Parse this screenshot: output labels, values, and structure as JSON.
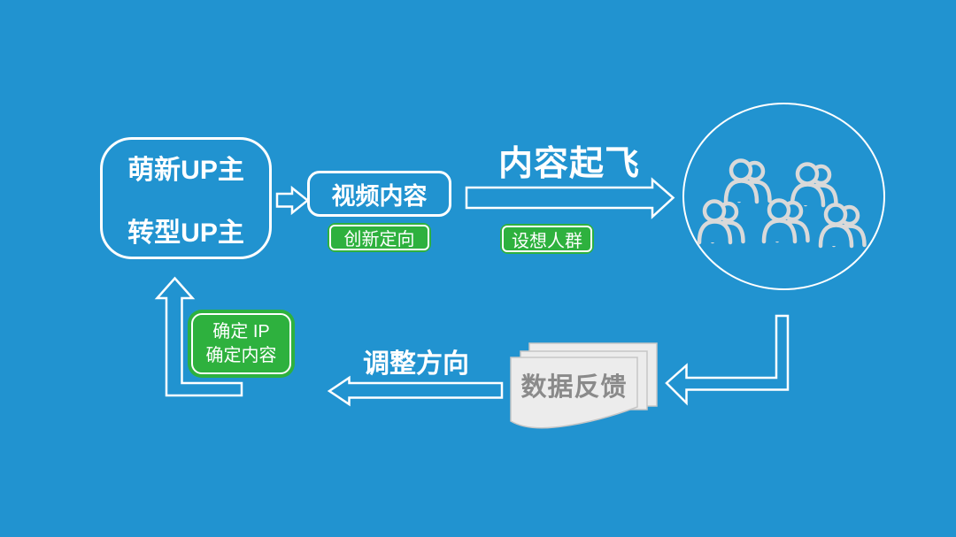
{
  "slide": {
    "background_color": "#2193d0",
    "accent_green": "#2eb13e",
    "line_color": "#ffffff",
    "paper_color": "#ececec",
    "paper_text_color": "#8a8a8a",
    "people_icon_color": "#d9d9d9"
  },
  "flow": {
    "source_box": {
      "line1": "萌新UP主",
      "line2": "转型UP主"
    },
    "video_box": {
      "label": "视频内容"
    },
    "innovation_pill": {
      "label": "创新定向"
    },
    "headline": {
      "label": "内容起飞"
    },
    "audience_pill": {
      "label": "设想人群"
    },
    "audience_icon": {
      "name": "people-group-icon",
      "person_count": 5
    },
    "feedback_papers": {
      "label": "数据反馈",
      "icon": "paper-stack-icon"
    },
    "adjust_label": {
      "label": "调整方向"
    },
    "confirm_box": {
      "line1": "确定 IP",
      "line2": "确定内容"
    }
  }
}
